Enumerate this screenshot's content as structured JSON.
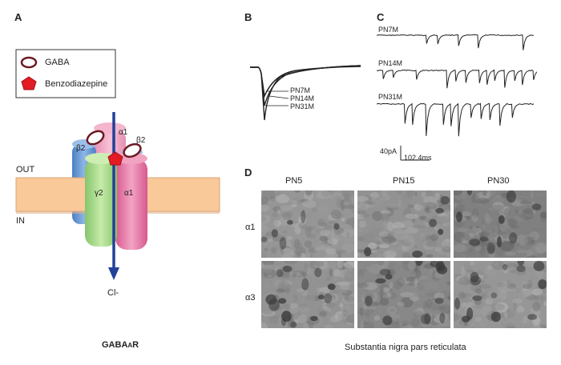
{
  "panels": {
    "a": "A",
    "b": "B",
    "c": "C",
    "d": "D"
  },
  "panel_a": {
    "legend": {
      "gaba": "GABA",
      "benzo": "Benzodiazepine"
    },
    "subunits": {
      "a1_top": "α1",
      "b2_left": "β2",
      "b2_right": "β2",
      "g2": "γ2",
      "a1_front": "α1"
    },
    "out_label": "OUT",
    "in_label": "IN",
    "ion": "Cl-",
    "caption_main": "GABA",
    "caption_sub": "A",
    "caption_end": "R",
    "colors": {
      "membrane": "#f9c99a",
      "blue": "#6f9ed6",
      "green": "#a5d98a",
      "pink": "#e67aa7",
      "arrow": "#23409a",
      "benzo": "#e31b23"
    }
  },
  "panel_b": {
    "labels": [
      "PN7M",
      "PN14M",
      "PN31M"
    ]
  },
  "panel_c": {
    "traces": [
      "PN7M",
      "PN14M",
      "PN31M"
    ],
    "scale_y": "40pA",
    "scale_x": "102.4ms"
  },
  "panel_d": {
    "columns": [
      "PN5",
      "PN15",
      "PN30"
    ],
    "rows": [
      "α1",
      "α3"
    ],
    "caption": "Substantia nigra pars reticulata"
  }
}
